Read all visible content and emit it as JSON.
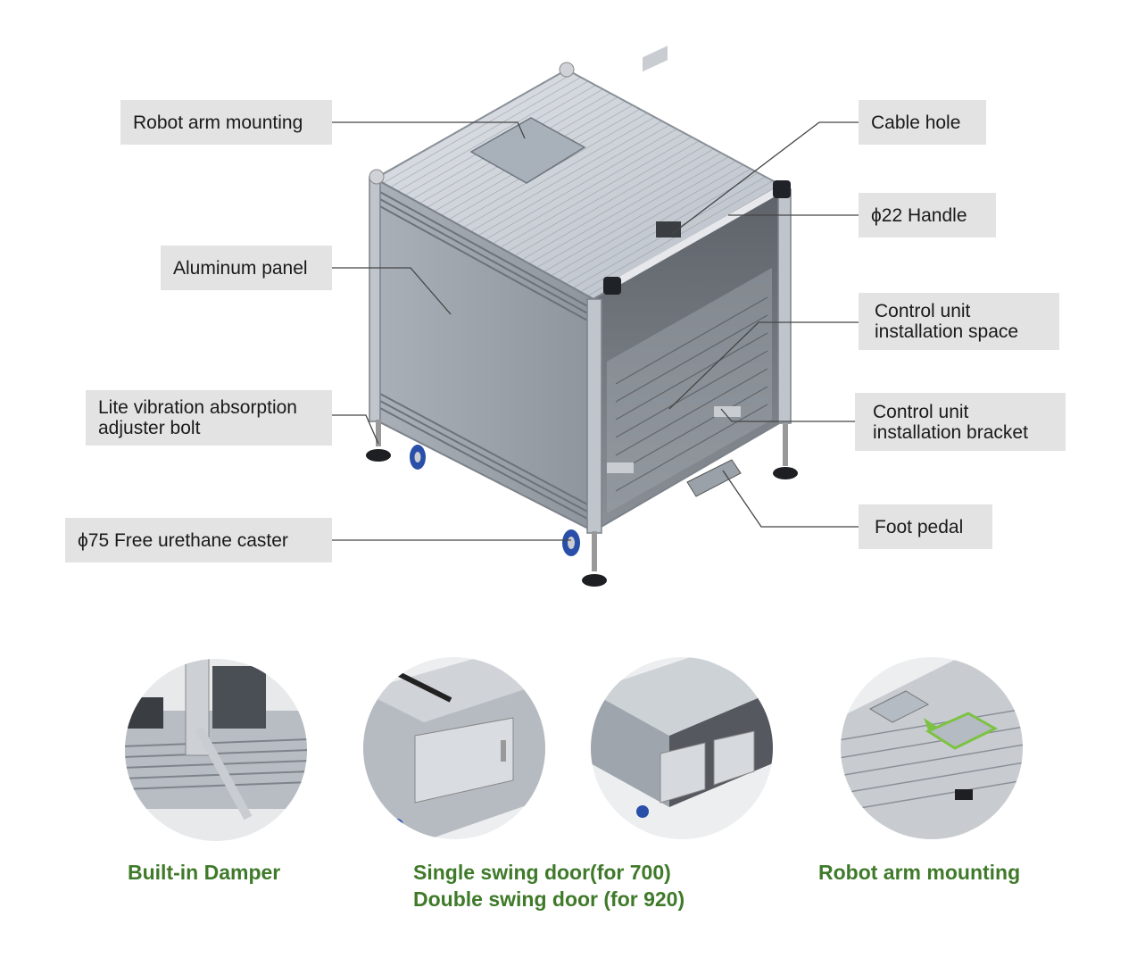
{
  "callouts": {
    "robot_arm_mounting": "Robot arm mounting",
    "aluminum_panel": "Aluminum panel",
    "adjuster_bolt": "Lite vibration absorption\nadjuster bolt",
    "caster": "ϕ75 Free urethane caster",
    "cable_hole": "Cable hole",
    "handle": "ϕ22 Handle",
    "control_unit_space": "Control unit\ninstallation space",
    "control_unit_bracket": "Control unit\ninstallation bracket",
    "foot_pedal": "Foot pedal"
  },
  "details": [
    {
      "caption": "Built-in Damper"
    },
    {
      "caption": "Single swing door(for 700)\nDouble swing door (for 920)"
    },
    {
      "caption": "Robot arm mounting"
    }
  ],
  "colors": {
    "caption": "#3f7a2a",
    "label_bg": "#e3e3e3",
    "highlight": "#7dc242"
  }
}
